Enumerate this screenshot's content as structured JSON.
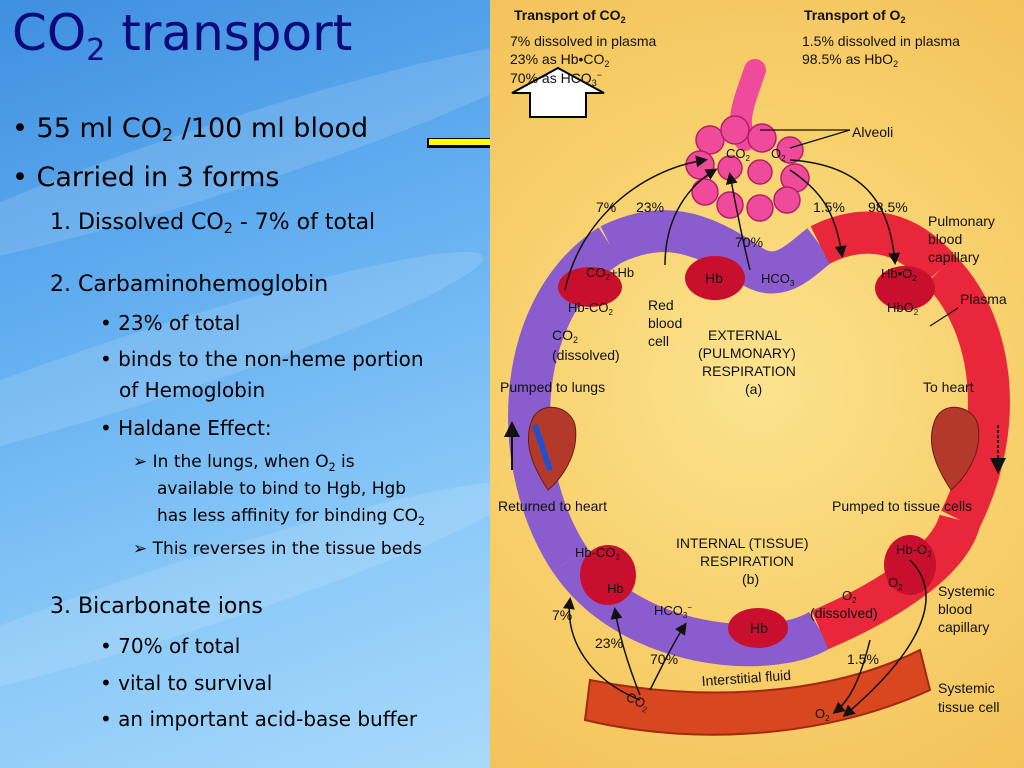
{
  "slide": {
    "title_main": "CO",
    "title_sub": "2",
    "title_rest": " transport",
    "bullets": {
      "b1_pre": "55 ml CO",
      "b1_sub": "2",
      "b1_post": " /100 ml blood",
      "b2": "Carried in 3 forms",
      "n1_pre": "1. Dissolved CO",
      "n1_sub": "2",
      "n1_post": " - 7% of total",
      "n2": "2. Carbaminohemoglobin",
      "n2_a": "23% of total",
      "n2_b1": "binds to the non-heme portion",
      "n2_b2": "of Hemoglobin",
      "n2_c": "Haldane Effect:",
      "n2_c1_pre": "In the lungs, when O",
      "n2_c1_sub": "2",
      "n2_c1_post": " is",
      "n2_c1_l2": "available to bind to Hgb, Hgb",
      "n2_c1_l3_pre": "has less affinity for binding CO",
      "n2_c1_l3_sub": "2",
      "n2_c2": "This reverses in the tissue beds",
      "n3": "3. Bicarbonate ions",
      "n3_a": "70% of total",
      "n3_b": "vital to survival",
      "n3_c": "an important acid-base buffer",
      "bullet_char": "•",
      "arrow_char": "➢"
    }
  },
  "figure": {
    "legend_co2_title": "Transport of CO",
    "legend_co2_l1": "7% dissolved in plasma",
    "legend_co2_l2": "23% as Hb•CO",
    "legend_co2_l3": "70% as HCO",
    "legend_o2_title": "Transport of O",
    "legend_o2_l1": "1.5% dissolved in plasma",
    "legend_o2_l2": "98.5% as HbO",
    "alveoli": "Alveoli",
    "co2": "CO",
    "o2": "O",
    "two": "2",
    "three": "3",
    "minus": "−",
    "p7": "7%",
    "p23": "23%",
    "p70": "70%",
    "p15": "1.5%",
    "p985": "98.5%",
    "pulmonary_1": "Pulmonary",
    "pulmonary_2": "blood",
    "pulmonary_3": "capillary",
    "plasma": "Plasma",
    "co2hb": "CO",
    "hbco2": "Hb-CO",
    "hb": "Hb",
    "hco3": "HCO",
    "hbo2_dot": "Hb•O",
    "hbo2": "HbO",
    "rbc_1": "Red",
    "rbc_2": "blood",
    "rbc_3": "cell",
    "dissolved": "(dissolved)",
    "ext_1": "EXTERNAL",
    "ext_2": "(PULMONARY)",
    "ext_3": "RESPIRATION",
    "ext_4": "(a)",
    "pumped_lungs": "Pumped to lungs",
    "to_heart": "To heart",
    "returned_heart": "Returned to heart",
    "pumped_tissue": "Pumped to tissue cells",
    "int_1": "INTERNAL (TISSUE)",
    "int_2": "RESPIRATION",
    "int_3": "(b)",
    "hbo2_dash": "Hb-O",
    "systemic_1": "Systemic",
    "systemic_2": "blood",
    "systemic_3": "capillary",
    "interstitial": "Interstitial fluid",
    "systemic_t1": "Systemic",
    "systemic_t2": "tissue cell",
    "plus_hb": "+Hb"
  },
  "colors": {
    "title": "#0a0a7a",
    "deoxy": "#8a5ccd",
    "oxy": "#e8283a",
    "rbc": "#c8102e",
    "alveoli": "#f04b9a"
  }
}
